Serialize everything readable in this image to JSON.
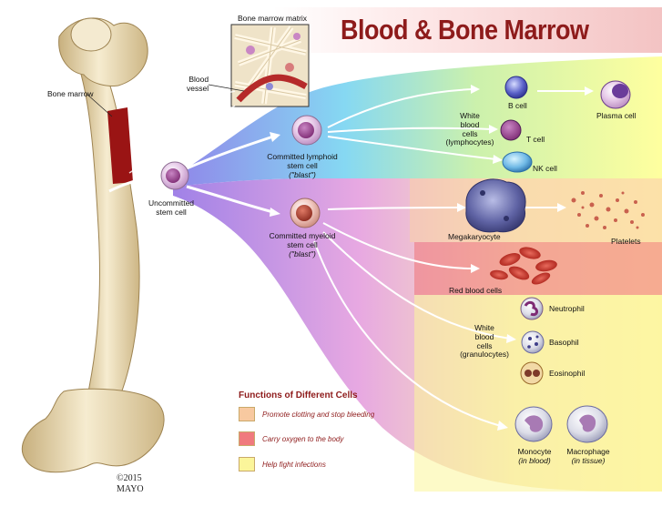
{
  "title": "Blood & Bone Marrow",
  "labels": {
    "bone_marrow_matrix": "Bone marrow matrix",
    "blood_vessel_line1": "Blood",
    "blood_vessel_line2": "vessel",
    "bone_marrow": "Bone marrow",
    "uncommitted_line1": "Uncommitted",
    "uncommitted_line2": "stem cell",
    "lymphoid_line1": "Committed lymphoid",
    "lymphoid_line2": "stem cell",
    "lymphoid_line3": "(\"blast\")",
    "myeloid_line1": "Committed myeloid",
    "myeloid_line2": "stem cell",
    "myeloid_line3": "(\"blast\")",
    "b_cell": "B cell",
    "plasma_cell": "Plasma cell",
    "t_cell": "T cell",
    "nk_cell": "NK cell",
    "wbc_lymph_line1": "White",
    "wbc_lymph_line2": "blood",
    "wbc_lymph_line3": "cells",
    "wbc_lymph_line4": "(lymphocytes)",
    "megakaryocyte": "Megakaryocyte",
    "platelets": "Platelets",
    "red_blood_cells": "Red blood cells",
    "wbc_gran_line1": "White",
    "wbc_gran_line2": "blood",
    "wbc_gran_line3": "cells",
    "wbc_gran_line4": "(granulocytes)",
    "neutrophil": "Neutrophil",
    "basophil": "Basophil",
    "eosinophil": "Eosinophil",
    "monocyte": "Monocyte",
    "monocyte_sub": "(in blood)",
    "macrophage": "Macrophage",
    "macrophage_sub": "(in tissue)"
  },
  "legend": {
    "title": "Functions of Different Cells",
    "items": [
      {
        "label": "Promote clotting and stop bleeding",
        "color": "#f8c9a0"
      },
      {
        "label": "Carry oxygen to the body",
        "color": "#f07a7e"
      },
      {
        "label": "Help fight infections",
        "color": "#fbf59a"
      }
    ]
  },
  "copyright_line1": "©2015",
  "copyright_line2": "MAYO"
}
